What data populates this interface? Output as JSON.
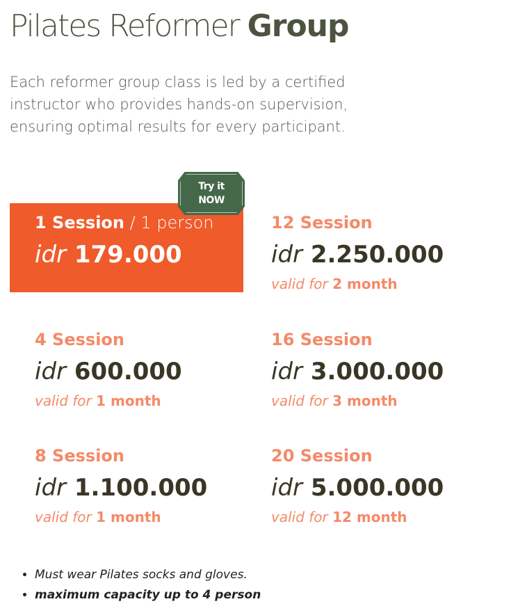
{
  "title": {
    "light": "Pilates Reformer",
    "bold": "Group"
  },
  "description": "Each reformer group class is led by a certified instructor who provides hands-on supervision, ensuring optimal results for every participant.",
  "badge": {
    "line1": "Try it",
    "line2": "NOW"
  },
  "featured": {
    "session": "1 Session",
    "suffix": " / 1 person",
    "currency": "idr",
    "price": "179.000"
  },
  "packages": [
    {
      "session": "12 Session",
      "currency": "idr",
      "price": "2.250.000",
      "valid_label": "valid for",
      "valid": "2 month"
    },
    {
      "session": "4 Session",
      "currency": "idr",
      "price": "600.000",
      "valid_label": "valid for",
      "valid": "1 month"
    },
    {
      "session": "16 Session",
      "currency": "idr",
      "price": "3.000.000",
      "valid_label": "valid for",
      "valid": "3 month"
    },
    {
      "session": "8 Session",
      "currency": "idr",
      "price": "1.100.000",
      "valid_label": "valid for",
      "valid": "1 month"
    },
    {
      "session": "20 Session",
      "currency": "idr",
      "price": "5.000.000",
      "valid_label": "valid for",
      "valid": "12 month"
    }
  ],
  "notes": [
    "Must wear Pilates socks and gloves.",
    "maximum capacity up to 4 person"
  ],
  "colors": {
    "accent": "#f05b2b",
    "salmon": "#f48a68",
    "badge": "#45684a",
    "text": "#3a3626"
  }
}
